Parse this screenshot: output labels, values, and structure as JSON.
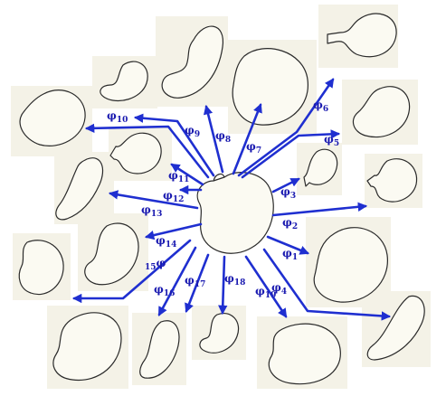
{
  "diagram": {
    "arrow_color": "#1f2fd0",
    "label_color": "#1a1ab0",
    "tile_color": "#f4f2e7",
    "labels": [
      {
        "id": "1",
        "symbol": "φ",
        "index": "1"
      },
      {
        "id": "2",
        "symbol": "φ",
        "index": "2"
      },
      {
        "id": "3",
        "symbol": "φ",
        "index": "3"
      },
      {
        "id": "4",
        "symbol": "φ",
        "index": "4"
      },
      {
        "id": "5",
        "symbol": "φ",
        "index": "5"
      },
      {
        "id": "6",
        "symbol": "φ",
        "index": "6"
      },
      {
        "id": "7",
        "symbol": "φ",
        "index": "7"
      },
      {
        "id": "8",
        "symbol": "φ",
        "index": "8"
      },
      {
        "id": "9",
        "symbol": "φ",
        "index": "9"
      },
      {
        "id": "10",
        "symbol": "φ",
        "index": "10"
      },
      {
        "id": "11",
        "symbol": "φ",
        "index": "11"
      },
      {
        "id": "12",
        "symbol": "φ",
        "index": "12"
      },
      {
        "id": "13",
        "symbol": "φ",
        "index": "13"
      },
      {
        "id": "14",
        "symbol": "φ",
        "index": "14"
      },
      {
        "id": "15",
        "symbol": "φ",
        "index": "15"
      },
      {
        "id": "16",
        "symbol": "φ",
        "index": "16"
      },
      {
        "id": "17",
        "symbol": "φ",
        "index": "17"
      },
      {
        "id": "18",
        "symbol": "φ",
        "index": "18"
      },
      {
        "id": "19",
        "symbol": "φ",
        "index": "19"
      }
    ]
  }
}
